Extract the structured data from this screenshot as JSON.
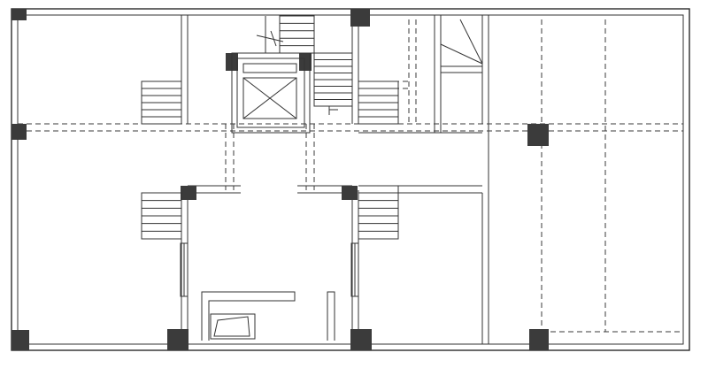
{
  "drawing": {
    "type": "architectural-floor-plan",
    "elements": [
      "perimeter-walls",
      "structural-columns",
      "staircases",
      "elevator-shaft",
      "dashed-beam-lines",
      "interior-partitions"
    ]
  }
}
